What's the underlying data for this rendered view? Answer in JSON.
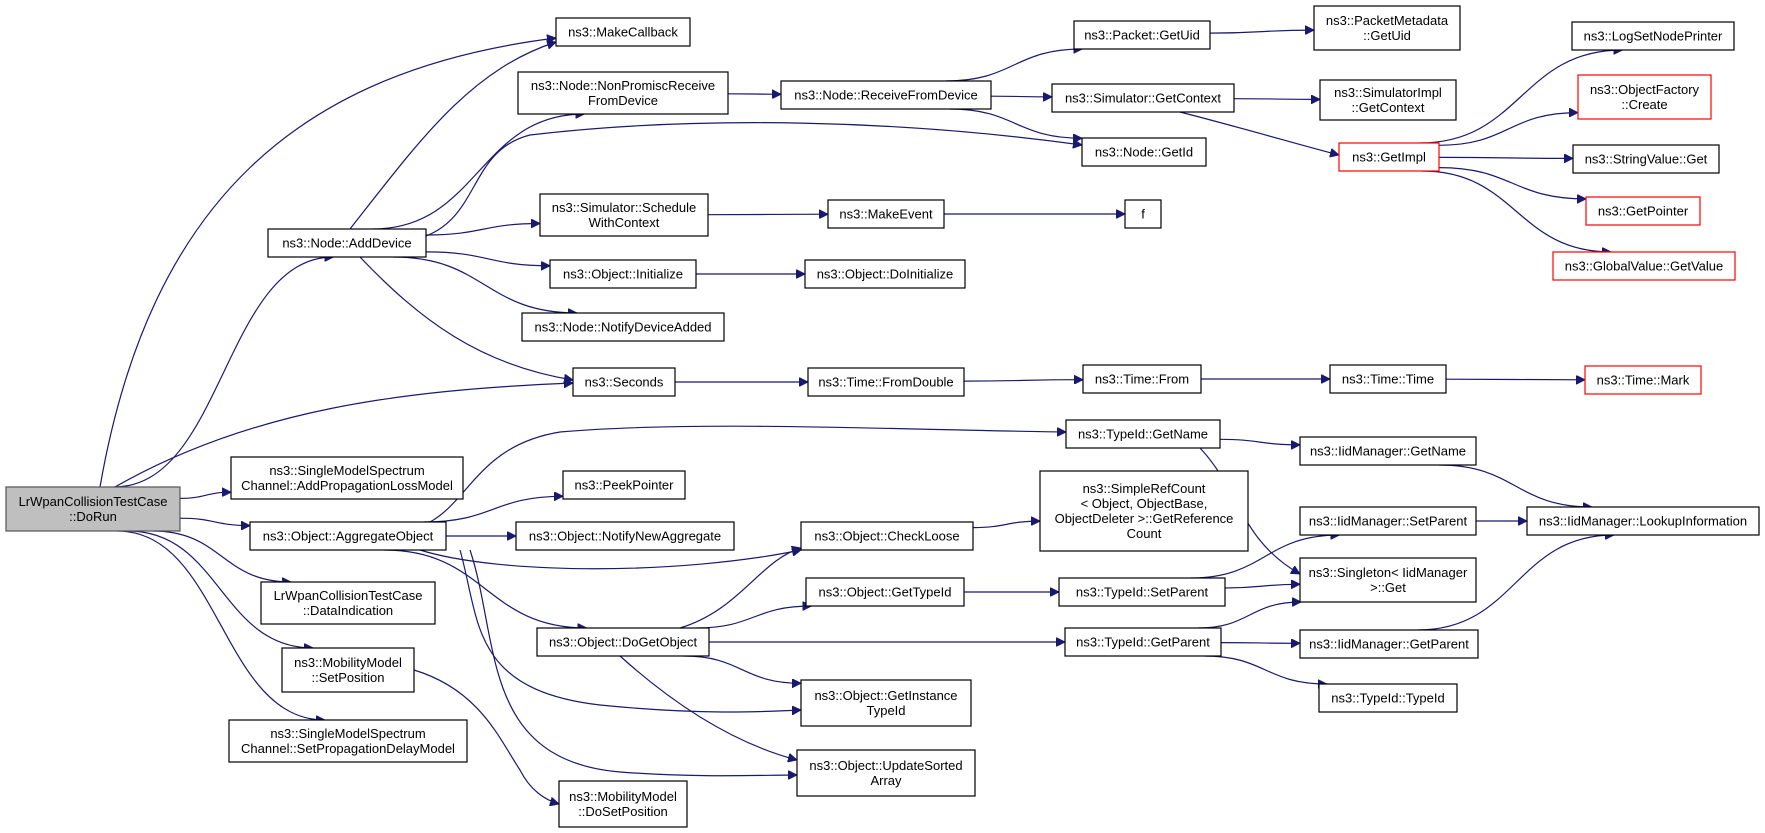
{
  "graph": {
    "title": "",
    "nodes": [
      {
        "id": "dorun",
        "lines": [
          "LrWpanCollisionTestCase",
          "::DoRun"
        ],
        "style": "root"
      },
      {
        "id": "makecallback",
        "lines": [
          "ns3::MakeCallback"
        ]
      },
      {
        "id": "nodeadddevice",
        "lines": [
          "ns3::Node::AddDevice"
        ]
      },
      {
        "id": "nonpromisc",
        "lines": [
          "ns3::Node::NonPromiscReceive",
          "FromDevice"
        ]
      },
      {
        "id": "receivefromdevice",
        "lines": [
          "ns3::Node::ReceiveFromDevice"
        ]
      },
      {
        "id": "packetgetuid",
        "lines": [
          "ns3::Packet::GetUid"
        ]
      },
      {
        "id": "packetmetadatagetuid",
        "lines": [
          "ns3::PacketMetadata",
          "::GetUid"
        ]
      },
      {
        "id": "simgetcontext",
        "lines": [
          "ns3::Simulator::GetContext"
        ]
      },
      {
        "id": "simimplgetcontext",
        "lines": [
          "ns3::SimulatorImpl",
          "::GetContext"
        ]
      },
      {
        "id": "nodegetid",
        "lines": [
          "ns3::Node::GetId"
        ]
      },
      {
        "id": "getimpl",
        "lines": [
          "ns3::GetImpl"
        ],
        "style": "red"
      },
      {
        "id": "logsetnodeprinter",
        "lines": [
          "ns3::LogSetNodePrinter"
        ]
      },
      {
        "id": "objectfactorycreate",
        "lines": [
          "ns3::ObjectFactory",
          "::Create"
        ],
        "style": "red"
      },
      {
        "id": "stringvalueget",
        "lines": [
          "ns3::StringValue::Get"
        ]
      },
      {
        "id": "getpointer",
        "lines": [
          "ns3::GetPointer"
        ],
        "style": "red"
      },
      {
        "id": "globalvaluegetvalue",
        "lines": [
          "ns3::GlobalValue::GetValue"
        ],
        "style": "red"
      },
      {
        "id": "schedulewithcontext",
        "lines": [
          "ns3::Simulator::Schedule",
          "WithContext"
        ]
      },
      {
        "id": "makeevent",
        "lines": [
          "ns3::MakeEvent"
        ]
      },
      {
        "id": "f",
        "lines": [
          "f"
        ]
      },
      {
        "id": "objectinitialize",
        "lines": [
          "ns3::Object::Initialize"
        ]
      },
      {
        "id": "objectdoinitialize",
        "lines": [
          "ns3::Object::DoInitialize"
        ]
      },
      {
        "id": "notifydeviceadded",
        "lines": [
          "ns3::Node::NotifyDeviceAdded"
        ]
      },
      {
        "id": "seconds",
        "lines": [
          "ns3::Seconds"
        ]
      },
      {
        "id": "timefromdouble",
        "lines": [
          "ns3::Time::FromDouble"
        ]
      },
      {
        "id": "timefrom",
        "lines": [
          "ns3::Time::From"
        ]
      },
      {
        "id": "timetime",
        "lines": [
          "ns3::Time::Time"
        ]
      },
      {
        "id": "timemark",
        "lines": [
          "ns3::Time::Mark"
        ],
        "style": "red"
      },
      {
        "id": "typeidgetname",
        "lines": [
          "ns3::TypeId::GetName"
        ]
      },
      {
        "id": "iidmanagergetname",
        "lines": [
          "ns3::IidManager::GetName"
        ]
      },
      {
        "id": "addpropagationlossmodel",
        "lines": [
          "ns3::SingleModelSpectrum",
          "Channel::AddPropagationLossModel"
        ]
      },
      {
        "id": "peekpointer",
        "lines": [
          "ns3::PeekPointer"
        ]
      },
      {
        "id": "simplerefcount",
        "lines": [
          "ns3::SimpleRefCount",
          "< Object, ObjectBase,",
          " ObjectDeleter >::GetReference",
          "Count"
        ]
      },
      {
        "id": "aggregateobject",
        "lines": [
          "ns3::Object::AggregateObject"
        ]
      },
      {
        "id": "notifynewaggregate",
        "lines": [
          "ns3::Object::NotifyNewAggregate"
        ]
      },
      {
        "id": "checkloose",
        "lines": [
          "ns3::Object::CheckLoose"
        ]
      },
      {
        "id": "iidmanagersetparent",
        "lines": [
          "ns3::IidManager::SetParent"
        ]
      },
      {
        "id": "lookupinformation",
        "lines": [
          "ns3::IidManager::LookupInformation"
        ]
      },
      {
        "id": "datainidication",
        "lines": [
          "LrWpanCollisionTestCase",
          "::DataIndication"
        ]
      },
      {
        "id": "objectgettypeid",
        "lines": [
          "ns3::Object::GetTypeId"
        ]
      },
      {
        "id": "typeidsetparent",
        "lines": [
          "ns3::TypeId::SetParent"
        ]
      },
      {
        "id": "singletonget",
        "lines": [
          "ns3::Singleton< IidManager",
          " >::Get"
        ]
      },
      {
        "id": "dogetobject",
        "lines": [
          "ns3::Object::DoGetObject"
        ]
      },
      {
        "id": "typeidgetparent",
        "lines": [
          "ns3::TypeId::GetParent"
        ]
      },
      {
        "id": "iidmanagergetparent",
        "lines": [
          "ns3::IidManager::GetParent"
        ]
      },
      {
        "id": "mobilitysetposition",
        "lines": [
          "ns3::MobilityModel",
          "::SetPosition"
        ]
      },
      {
        "id": "getinstancetypeid",
        "lines": [
          "ns3::Object::GetInstance",
          "TypeId"
        ]
      },
      {
        "id": "typeidtypeid",
        "lines": [
          "ns3::TypeId::TypeId"
        ]
      },
      {
        "id": "setpropagationdelaymodel",
        "lines": [
          "ns3::SingleModelSpectrum",
          "Channel::SetPropagationDelayModel"
        ]
      },
      {
        "id": "updatesortedarray",
        "lines": [
          "ns3::Object::UpdateSorted",
          "Array"
        ]
      },
      {
        "id": "mobilitydosetposition",
        "lines": [
          "ns3::MobilityModel",
          "::DoSetPosition"
        ]
      }
    ],
    "edges": [
      [
        "dorun",
        "makecallback"
      ],
      [
        "dorun",
        "nodeadddevice"
      ],
      [
        "dorun",
        "seconds"
      ],
      [
        "dorun",
        "addpropagationlossmodel"
      ],
      [
        "dorun",
        "aggregateobject"
      ],
      [
        "dorun",
        "datainidication"
      ],
      [
        "dorun",
        "mobilitysetposition"
      ],
      [
        "dorun",
        "setpropagationdelaymodel"
      ],
      [
        "nodeadddevice",
        "makecallback"
      ],
      [
        "nodeadddevice",
        "nonpromisc"
      ],
      [
        "nodeadddevice",
        "nodegetid"
      ],
      [
        "nodeadddevice",
        "schedulewithcontext"
      ],
      [
        "nodeadddevice",
        "objectinitialize"
      ],
      [
        "nodeadddevice",
        "notifydeviceadded"
      ],
      [
        "nodeadddevice",
        "seconds"
      ],
      [
        "nonpromisc",
        "receivefromdevice"
      ],
      [
        "receivefromdevice",
        "packetgetuid"
      ],
      [
        "receivefromdevice",
        "simgetcontext"
      ],
      [
        "receivefromdevice",
        "nodegetid"
      ],
      [
        "packetgetuid",
        "packetmetadatagetuid"
      ],
      [
        "simgetcontext",
        "simimplgetcontext"
      ],
      [
        "simgetcontext",
        "getimpl"
      ],
      [
        "getimpl",
        "logsetnodeprinter"
      ],
      [
        "getimpl",
        "objectfactorycreate"
      ],
      [
        "getimpl",
        "stringvalueget"
      ],
      [
        "getimpl",
        "getpointer"
      ],
      [
        "getimpl",
        "globalvaluegetvalue"
      ],
      [
        "schedulewithcontext",
        "makeevent"
      ],
      [
        "makeevent",
        "f"
      ],
      [
        "objectinitialize",
        "objectdoinitialize"
      ],
      [
        "seconds",
        "timefromdouble"
      ],
      [
        "timefromdouble",
        "timefrom"
      ],
      [
        "timefrom",
        "timetime"
      ],
      [
        "timetime",
        "timemark"
      ],
      [
        "aggregateobject",
        "typeidgetname"
      ],
      [
        "aggregateobject",
        "peekpointer"
      ],
      [
        "aggregateobject",
        "notifynewaggregate"
      ],
      [
        "aggregateobject",
        "checkloose"
      ],
      [
        "aggregateobject",
        "dogetobject"
      ],
      [
        "aggregateobject",
        "getinstancetypeid"
      ],
      [
        "aggregateobject",
        "updatesortedarray"
      ],
      [
        "typeidgetname",
        "iidmanagergetname"
      ],
      [
        "typeidgetname",
        "singletonget"
      ],
      [
        "iidmanagergetname",
        "lookupinformation"
      ],
      [
        "checkloose",
        "simplerefcount"
      ],
      [
        "iidmanagersetparent",
        "lookupinformation"
      ],
      [
        "objectgettypeid",
        "typeidsetparent"
      ],
      [
        "typeidsetparent",
        "iidmanagersetparent"
      ],
      [
        "typeidsetparent",
        "singletonget"
      ],
      [
        "dogetobject",
        "checkloose"
      ],
      [
        "dogetobject",
        "objectgettypeid"
      ],
      [
        "dogetobject",
        "typeidgetparent"
      ],
      [
        "dogetobject",
        "getinstancetypeid"
      ],
      [
        "dogetobject",
        "updatesortedarray"
      ],
      [
        "typeidgetparent",
        "singletonget"
      ],
      [
        "typeidgetparent",
        "iidmanagergetparent"
      ],
      [
        "typeidgetparent",
        "typeidtypeid"
      ],
      [
        "iidmanagergetparent",
        "lookupinformation"
      ],
      [
        "mobilitysetposition",
        "mobilitydosetposition"
      ]
    ]
  },
  "colors": {
    "edge": "#191970",
    "root_fill": "#bfbfbf",
    "red_border": "#ff0000",
    "default_border": "#000000"
  }
}
